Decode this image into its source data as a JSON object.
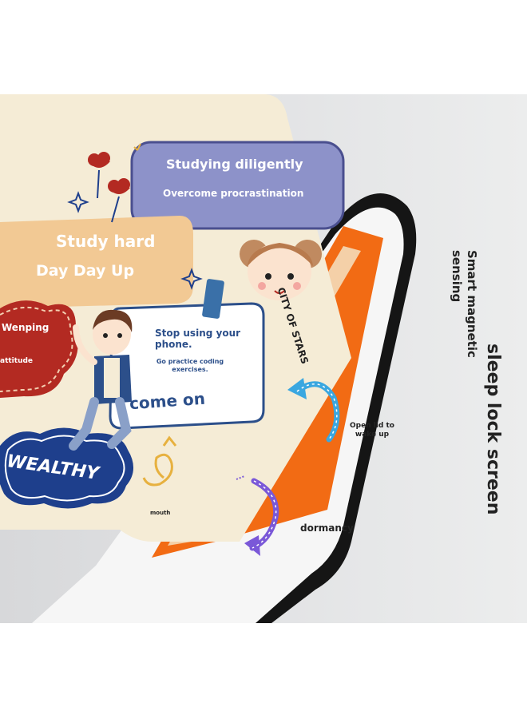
{
  "cover": {
    "studying_diligently": "Studying diligently",
    "overcome_procrastination": "Overcome procrastination",
    "study_hard": "Study hard",
    "day_day_up": "Day Day Up",
    "wenping": "Wenping",
    "attitude": "attitude",
    "stop_using_phone": "Stop using your phone.",
    "go_practice": "Go practice coding exercises.",
    "come_on": "come on",
    "wealthy": "WEALTHY",
    "mouth": "mouth"
  },
  "tablet": {
    "city_of_stars": "CITY OF STARS"
  },
  "features": {
    "open_lid": "Open lid to wake up",
    "dormancy": "dormancy",
    "sleep_lock_screen": "sleep lock screen",
    "smart_magnetic_sensing": "Smart magnetic sensing"
  },
  "colors": {
    "cover_cream": "#f5ecd6",
    "lavender_box": "#8d92c9",
    "peach_box": "#f2c994",
    "red_cloud": "#b32a22",
    "navy_badge": "#1e3f8c",
    "tablet_orange": "#f26b14",
    "case_black": "#151515",
    "arrow_blue": "#3aa7e0",
    "arrow_purple": "#7a58d8"
  }
}
